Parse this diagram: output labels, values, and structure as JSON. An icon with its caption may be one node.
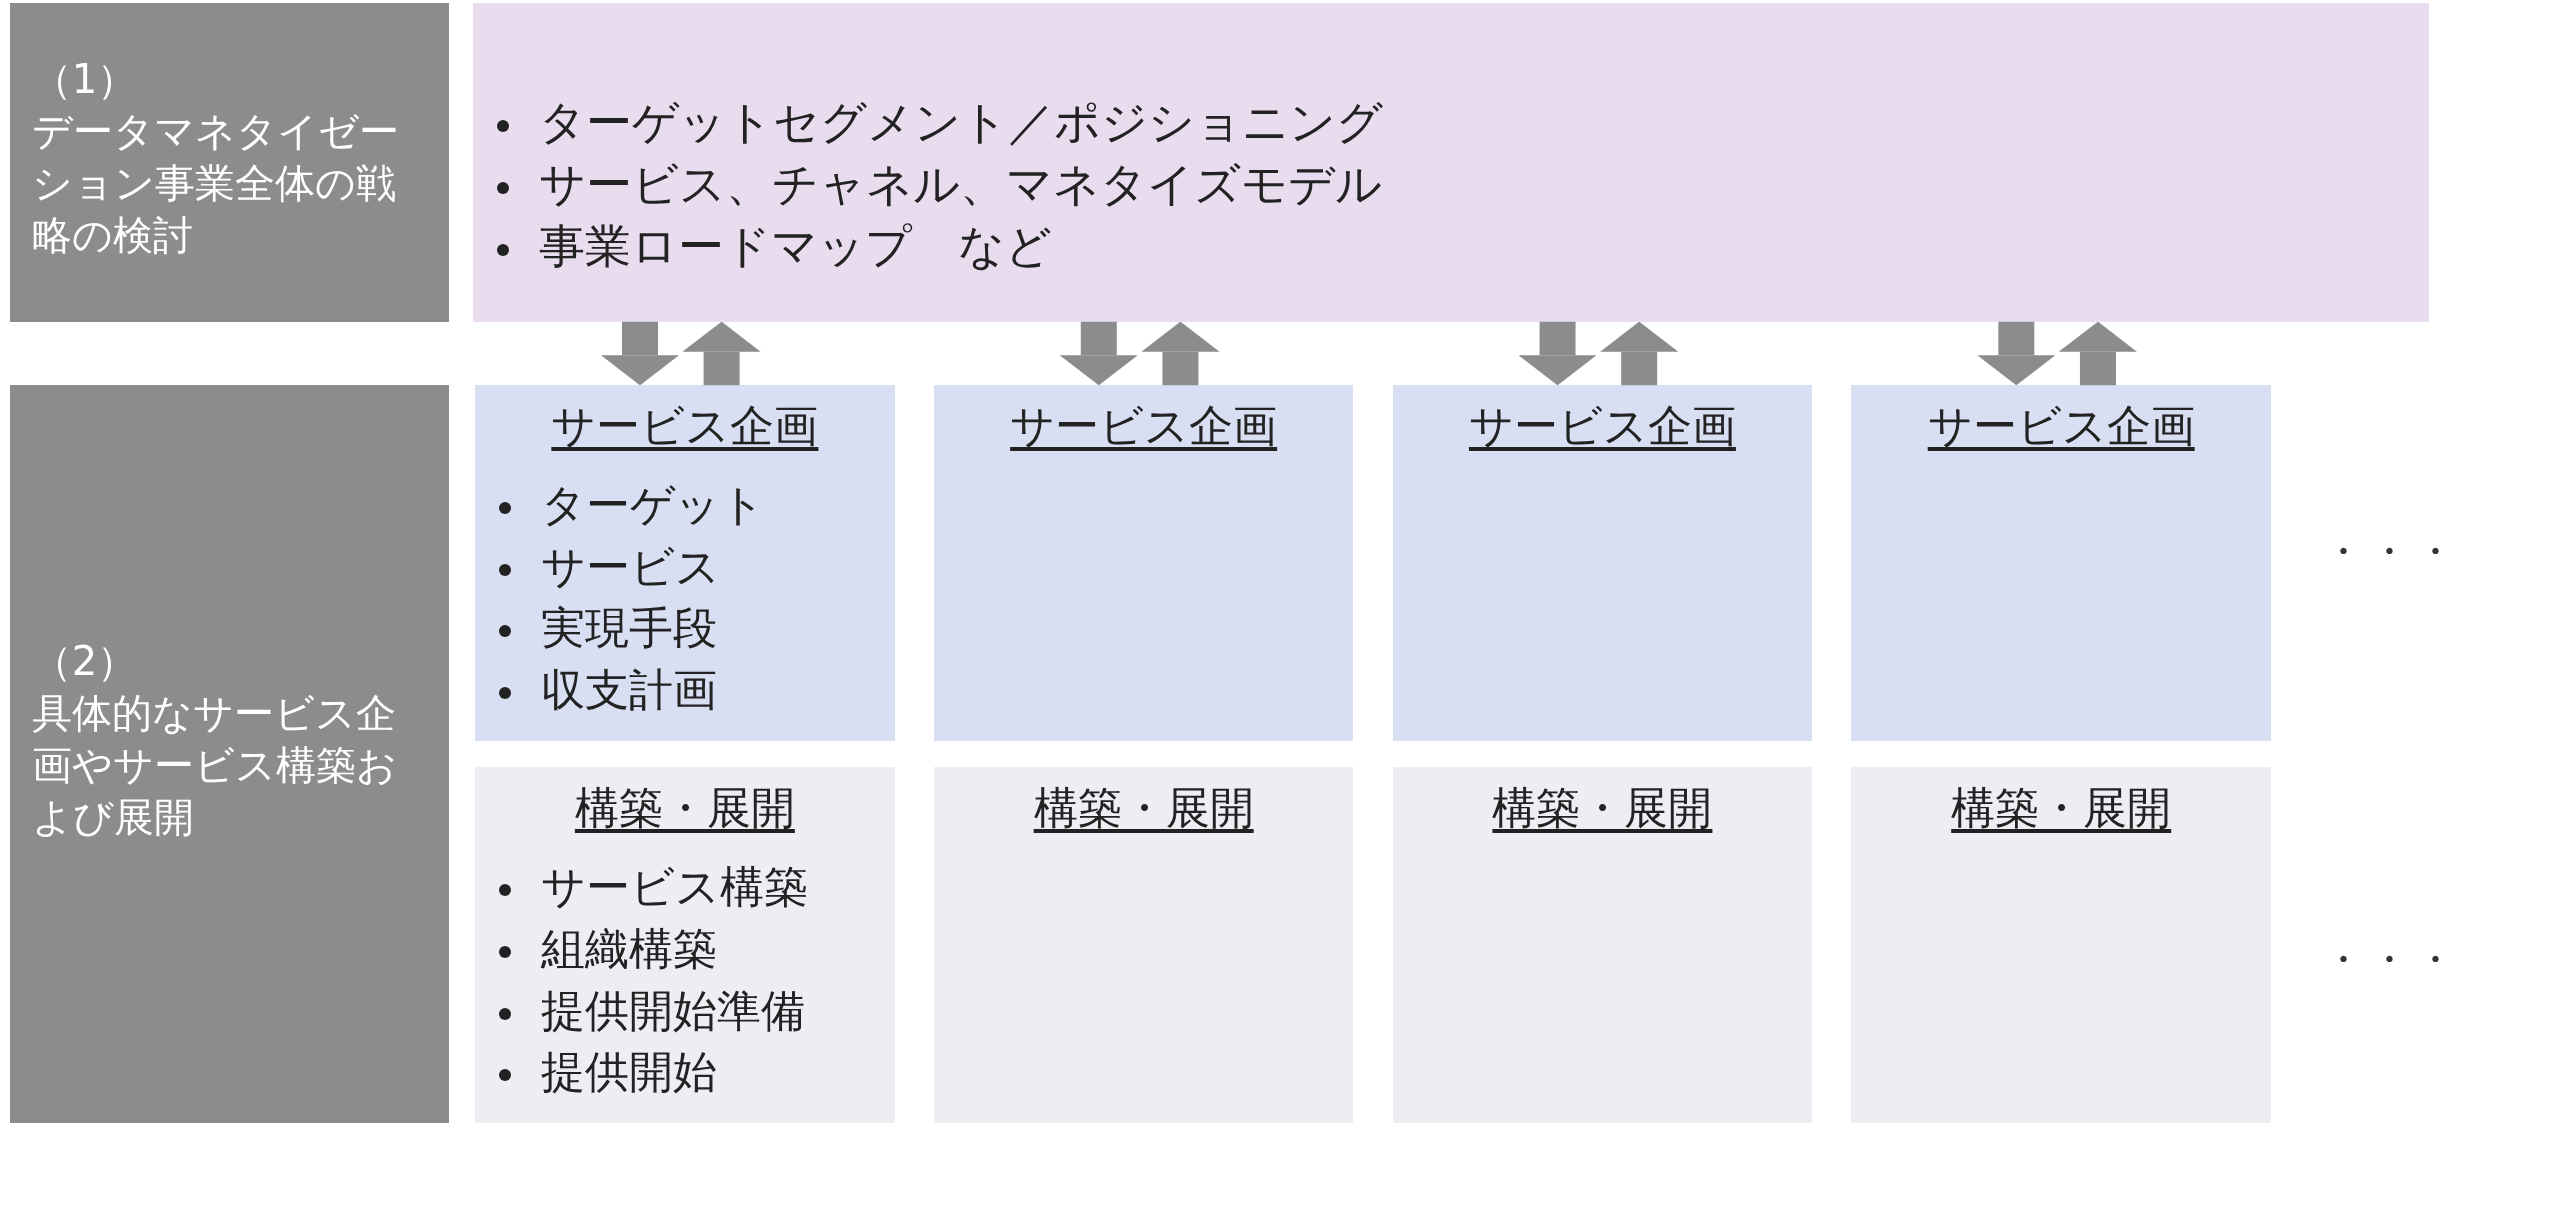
{
  "diagram": {
    "nodes": [
      {
        "text": [
          "（1）",
          "データマネタイゼーション事業全体の戦略の検討"
        ]
      },
      {
        "text": [
          "ターゲットセグメント／ポジショニング",
          "サービス、チャネル、マネタイズモデル",
          "事業ロードマップ　など"
        ]
      },
      {
        "text": [
          "（2）",
          "具体的なサービス企画やサービス構築および展開"
        ]
      },
      {
        "text": [
          "サービス企画",
          "ターゲット",
          "サービス",
          "実現手段",
          "収支計画"
        ]
      },
      {
        "text": [
          "サービス企画"
        ]
      },
      {
        "text": [
          "サービス企画"
        ]
      },
      {
        "text": [
          "サービス企画"
        ]
      },
      {
        "text": [
          "構築・展開",
          "サービス構築",
          "組織構築",
          "提供開始準備",
          "提供開始"
        ]
      },
      {
        "text": [
          "構築・展開"
        ]
      },
      {
        "text": [
          "構築・展開"
        ]
      },
      {
        "text": [
          "構築・展開"
        ]
      }
    ],
    "edges": [
      {
        "from": 1,
        "to": 3,
        "arrow": "to"
      },
      {
        "from": 3,
        "to": 1,
        "arrow": "to"
      },
      {
        "from": 1,
        "to": 4,
        "arrow": "to"
      },
      {
        "from": 4,
        "to": 1,
        "arrow": "to"
      },
      {
        "from": 1,
        "to": 5,
        "arrow": "to"
      },
      {
        "from": 5,
        "to": 1,
        "arrow": "to"
      },
      {
        "from": 1,
        "to": 6,
        "arrow": "to"
      },
      {
        "from": 6,
        "to": 1,
        "arrow": "to"
      }
    ],
    "labels": [
      "・・・",
      "・・・"
    ]
  }
}
